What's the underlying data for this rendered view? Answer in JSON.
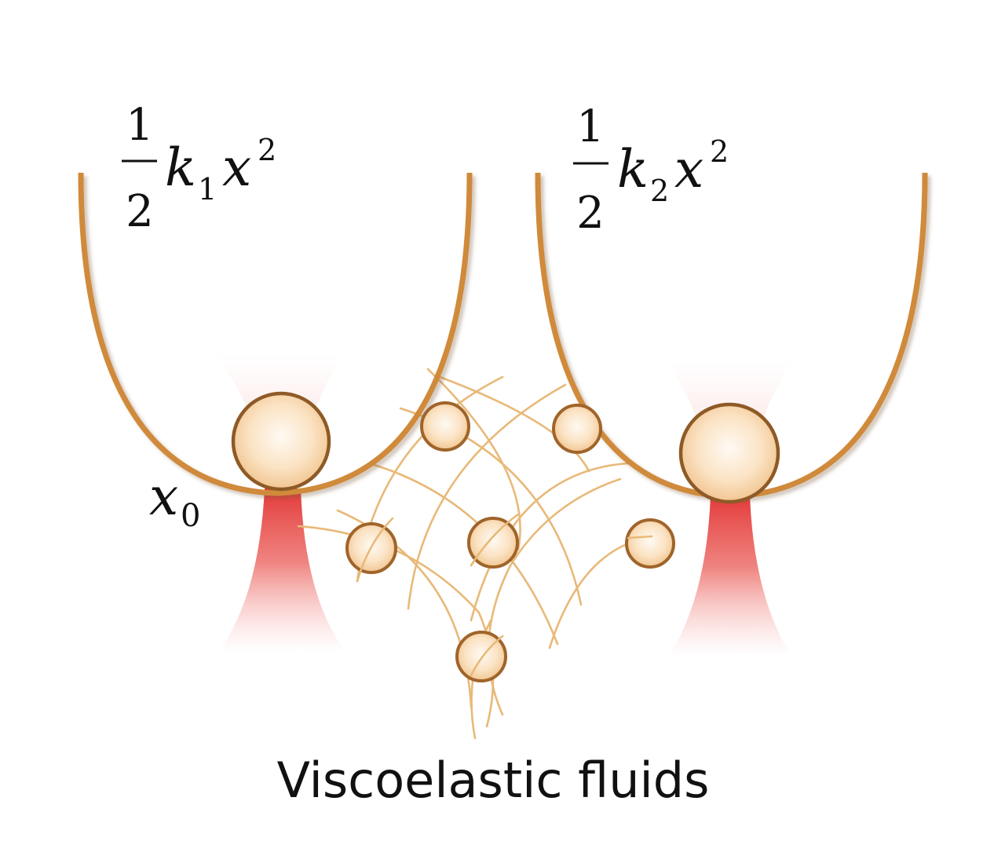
{
  "labels": {
    "left_well": {
      "numerator": "1",
      "denominator": "2",
      "coefficient": "k",
      "coefficient_subscript": "1",
      "variable": "x",
      "exponent": "2"
    },
    "right_well": {
      "numerator": "1",
      "denominator": "2",
      "coefficient": "k",
      "coefficient_subscript": "2",
      "variable": "x",
      "exponent": "2"
    },
    "position": {
      "variable": "x",
      "subscript": "0"
    },
    "caption": "Viscoelastic fluids"
  },
  "colors": {
    "well_stroke": "#d08a3a",
    "bead_fill_light": "#fdf3e6",
    "bead_fill_dark": "#f1c58c",
    "bead_stroke": "#8e5a26",
    "strand": "#e8b978",
    "laser": "#e23c3c"
  }
}
